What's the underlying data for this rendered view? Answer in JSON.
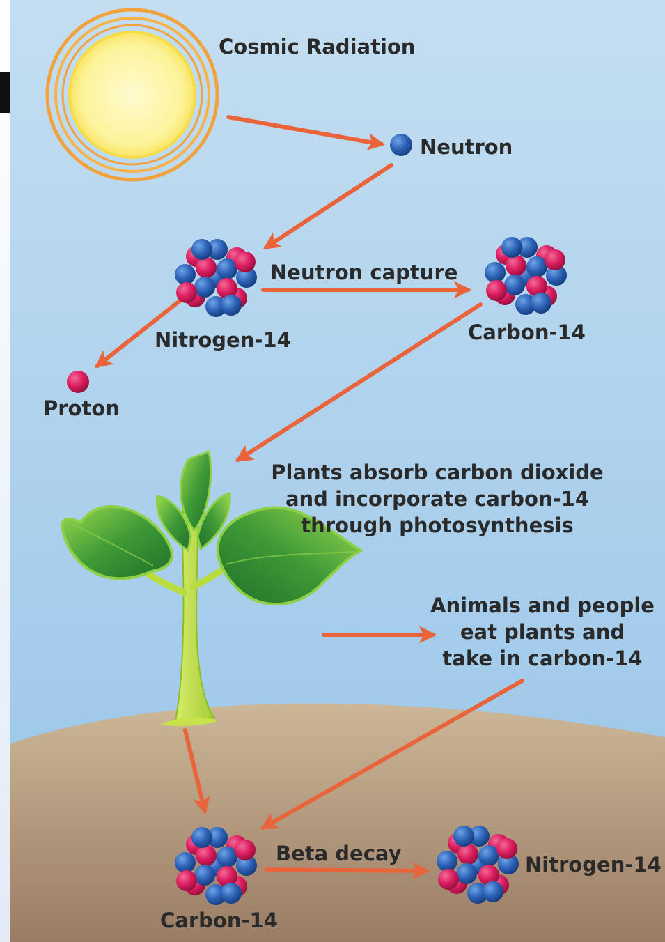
{
  "labels": {
    "cosmic_radiation": "Cosmic Radiation",
    "neutron": "Neutron",
    "neutron_capture": "Neutron capture",
    "nitrogen_top": "Nitrogen-14",
    "carbon_top": "Carbon-14",
    "proton": "Proton",
    "plants_text": [
      "Plants absorb carbon dioxide",
      "and incorporate carbon-14",
      "through photosynthesis"
    ],
    "animals_text": [
      "Animals and people",
      "eat plants and",
      "take in carbon-14"
    ],
    "beta_decay": "Beta decay",
    "carbon_bottom": "Carbon-14",
    "nitrogen_bottom": "Nitrogen-14"
  },
  "colors": {
    "sky_top": "#bcd9ef",
    "sky_bottom": "#9cc8ea",
    "ground_top": "#c9b494",
    "ground_bottom": "#9c7f67",
    "arrow": "#e9643a",
    "neutron_blue": "#2e63b8",
    "proton_red": "#dc1d5f",
    "sun_core": "#fdf6a8",
    "sun_ring": "#f2a23c",
    "leaf_dark": "#2f8a2f",
    "leaf_light": "#8fd041",
    "stem": "#b9dd3f",
    "text": "#2a2a2a"
  }
}
